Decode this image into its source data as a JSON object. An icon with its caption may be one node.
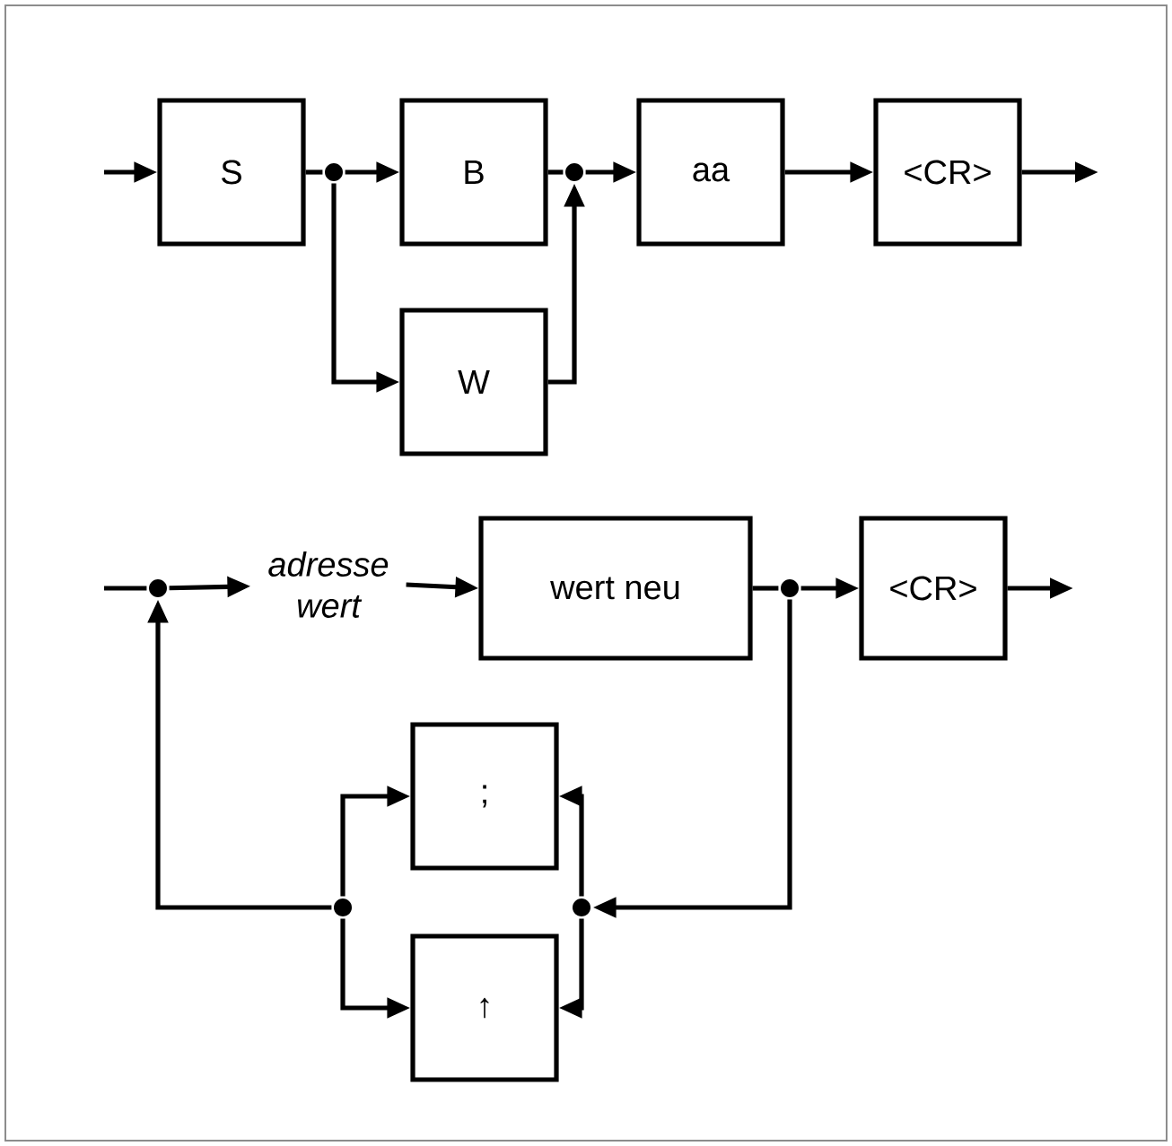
{
  "diagram": {
    "nodes": [
      {
        "text": [
          "S"
        ]
      },
      {
        "text": [],
        "shape": "circle"
      },
      {
        "text": [
          "B"
        ]
      },
      {
        "text": [
          "W"
        ]
      },
      {
        "text": [],
        "shape": "circle"
      },
      {
        "text": [
          "aa"
        ]
      },
      {
        "text": [
          "<CR>"
        ]
      },
      {
        "text": [],
        "shape": "circle"
      },
      {
        "text": [
          "adresse wert"
        ]
      },
      {
        "text": [
          "wert neu"
        ]
      },
      {
        "text": [],
        "shape": "circle"
      },
      {
        "text": [
          "<CR>"
        ]
      },
      {
        "text": [],
        "shape": "circle"
      },
      {
        "text": [
          ";"
        ]
      },
      {
        "text": [
          "↑"
        ]
      },
      {
        "text": [],
        "shape": "circle"
      }
    ],
    "edges": [
      {
        "from": null,
        "to": 0,
        "arrow": "to"
      },
      {
        "from": 0,
        "to": 1,
        "arrow": "none"
      },
      {
        "from": 1,
        "to": 2,
        "arrow": "to"
      },
      {
        "from": 1,
        "to": 3,
        "arrow": "to"
      },
      {
        "from": 2,
        "to": 4,
        "arrow": "none"
      },
      {
        "from": 3,
        "to": 4,
        "arrow": "to"
      },
      {
        "from": 4,
        "to": 5,
        "arrow": "to"
      },
      {
        "from": 5,
        "to": 6,
        "arrow": "to"
      },
      {
        "from": 6,
        "to": null,
        "arrow": "to"
      },
      {
        "from": null,
        "to": 7,
        "arrow": "none"
      },
      {
        "from": 7,
        "to": 8,
        "arrow": "to"
      },
      {
        "from": 8,
        "to": 9,
        "arrow": "to"
      },
      {
        "from": 9,
        "to": 10,
        "arrow": "none"
      },
      {
        "from": 10,
        "to": 11,
        "arrow": "to"
      },
      {
        "from": 11,
        "to": null,
        "arrow": "to"
      },
      {
        "from": 10,
        "to": 15,
        "arrow": "to"
      },
      {
        "from": 12,
        "to": 13,
        "arrow": "to"
      },
      {
        "from": 12,
        "to": 14,
        "arrow": "to"
      },
      {
        "from": 15,
        "to": 13,
        "arrow": "to"
      },
      {
        "from": 15,
        "to": 14,
        "arrow": "to"
      },
      {
        "from": 12,
        "to": 7,
        "arrow": "to"
      }
    ]
  }
}
